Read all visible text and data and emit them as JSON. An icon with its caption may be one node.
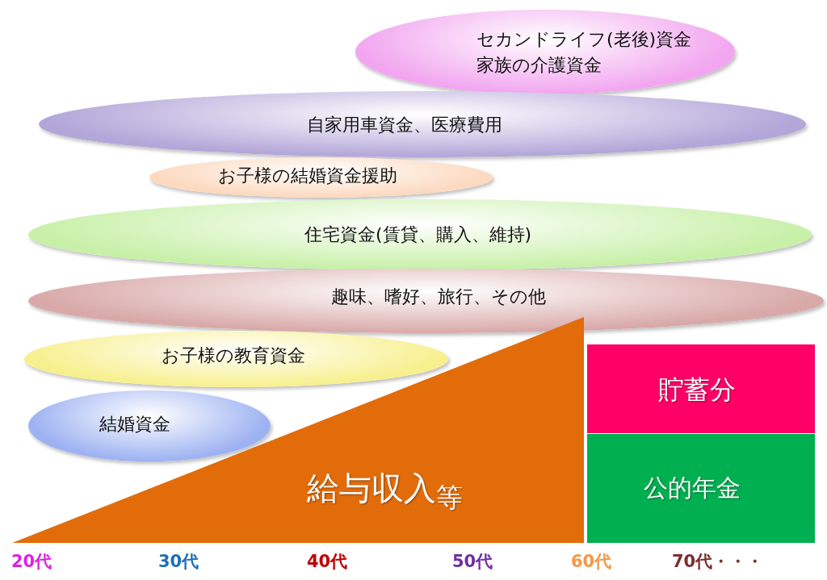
{
  "diagram": {
    "nodes": [
      {
        "text": [
          "セカンドライフ(老後)資金",
          "家族の介護資金"
        ]
      },
      {
        "text": [
          "自家用車資金、医療費用"
        ]
      },
      {
        "text": [
          "お子様の結婚資金援助"
        ]
      },
      {
        "text": [
          "住宅資金(賃貸、購入、維持)"
        ]
      },
      {
        "text": [
          "趣味、嗜好、旅行、その他"
        ]
      },
      {
        "text": [
          "お子様の教育資金"
        ]
      },
      {
        "text": [
          "結婚資金"
        ]
      },
      {
        "text": [
          "給与収入$_{等}$"
        ]
      },
      {
        "text": [
          "貯蓄分"
        ]
      },
      {
        "text": [
          "公的年金"
        ]
      }
    ],
    "labels": [
      "20代",
      "30代",
      "40代",
      "50代",
      "60代",
      "70代・・・"
    ]
  }
}
